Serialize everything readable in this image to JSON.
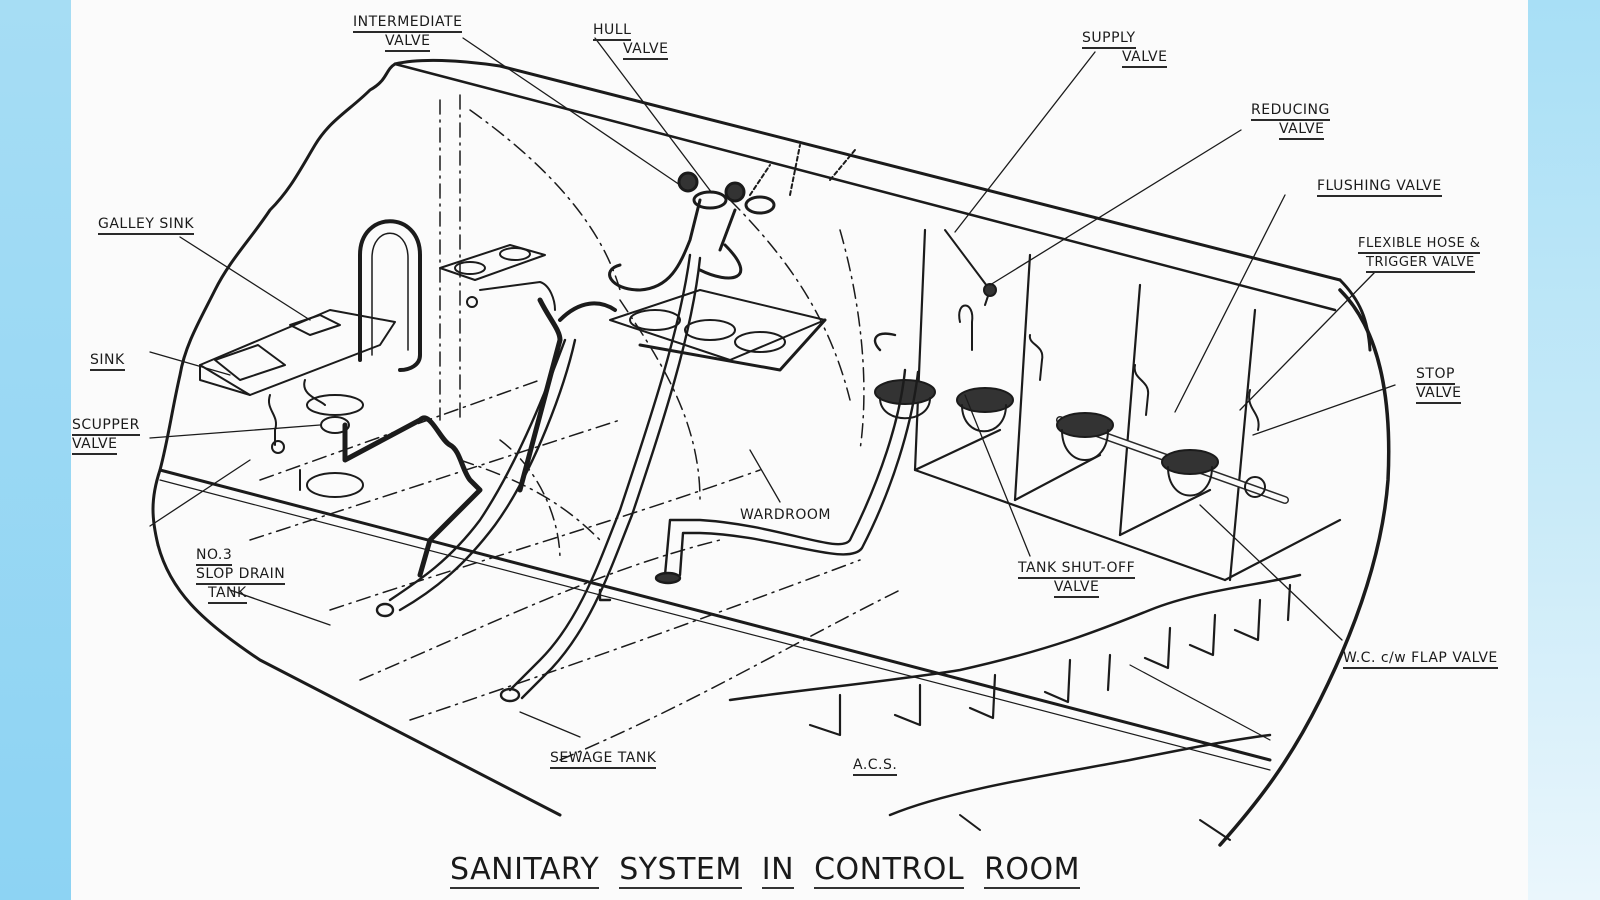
{
  "figure": {
    "title_words": [
      "SANITARY",
      "SYSTEM",
      "IN",
      "CONTROL",
      "ROOM"
    ],
    "colors": {
      "frame": "#9fdcf5",
      "paper": "#fbfbfb",
      "ink": "#1b1b1b"
    }
  },
  "labels": {
    "intermediate_valve": [
      "INTERMEDIATE",
      "VALVE"
    ],
    "hull_valve": [
      "HULL",
      "VALVE"
    ],
    "supply_valve": [
      "SUPPLY",
      "VALVE"
    ],
    "reducing_valve": [
      "REDUCING",
      "VALVE"
    ],
    "flushing_valve": [
      "FLUSHING VALVE"
    ],
    "flexible_hose": [
      "FLEXIBLE HOSE &",
      "TRIGGER VALVE"
    ],
    "stop_valve": [
      "STOP",
      "VALVE"
    ],
    "galley_sink": [
      "GALLEY SINK"
    ],
    "sink": [
      "SINK"
    ],
    "scupper_valve": [
      "SCUPPER",
      "VALVE"
    ],
    "slop_drain_tank": [
      "NO.3",
      "SLOP DRAIN",
      "TANK"
    ],
    "wardroom": [
      "WARDROOM"
    ],
    "tank_shutoff_valve": [
      "TANK SHUT-OFF",
      "VALVE"
    ],
    "wc_flap_valve": [
      "W.C. c/w FLAP VALVE"
    ],
    "sewage_tank": [
      "SEWAGE TANK"
    ],
    "acs": [
      "A.C.S."
    ]
  }
}
